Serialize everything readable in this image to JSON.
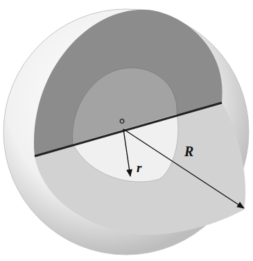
{
  "diagram": {
    "labels": [
      "o",
      "r",
      "R"
    ]
  }
}
